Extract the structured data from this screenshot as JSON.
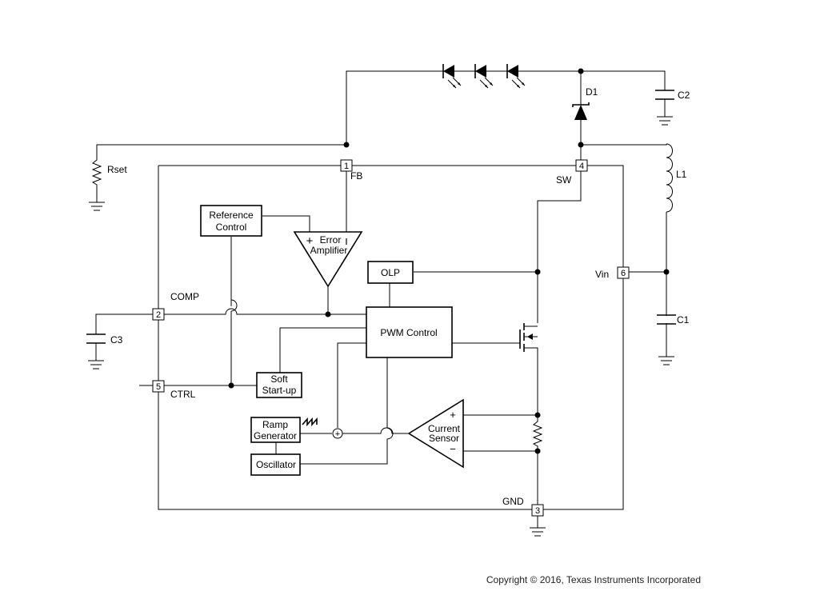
{
  "blocks": {
    "reference_control": [
      "Reference",
      "Control"
    ],
    "error_amplifier": [
      "Error",
      "Amplifier"
    ],
    "olp": "OLP",
    "pwm_control": "PWM Control",
    "soft_start": [
      "Soft",
      "Start-up"
    ],
    "ramp_generator": [
      "Ramp",
      "Generator"
    ],
    "oscillator": "Oscillator",
    "current_sensor": [
      "Current",
      "Sensor"
    ]
  },
  "pins": {
    "p1": "1",
    "p2": "2",
    "p3": "3",
    "p4": "4",
    "p5": "5",
    "p6": "6"
  },
  "pin_labels": {
    "fb": "FB",
    "sw": "SW",
    "comp": "COMP",
    "ctrl": "CTRL",
    "gnd": "GND",
    "vin": "Vin"
  },
  "components": {
    "rset": "Rset",
    "c1": "C1",
    "c2": "C2",
    "c3": "C3",
    "l1": "L1",
    "d1": "D1"
  },
  "signs": {
    "plus": "+",
    "minus": "−",
    "sum": "+"
  },
  "copyright": "Copyright © 2016, Texas Instruments Incorporated"
}
